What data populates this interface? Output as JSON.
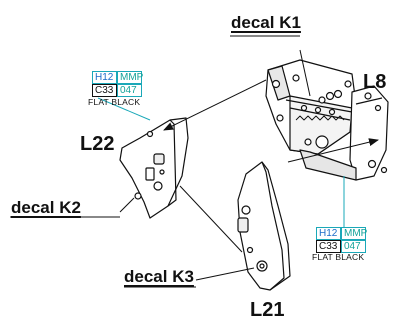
{
  "labels": {
    "decal_k1": "decal K1",
    "decal_k2": "decal K2",
    "decal_k3": "decal K3",
    "l8": "L8",
    "l22": "L22",
    "l21": "L21"
  },
  "swatch_top": {
    "h": "H12",
    "mmp": "MMP",
    "c": "C33",
    "code": "047",
    "finish": "FLAT BLACK"
  },
  "swatch_bottom": {
    "h": "H12",
    "mmp": "MMP",
    "c": "C33",
    "code": "047",
    "finish": "FLAT BLACK"
  },
  "colors": {
    "callout": "#1aa8b8",
    "h_code": "#1c6cc9",
    "mmp_code": "#14a39a",
    "outline": "#111111"
  }
}
